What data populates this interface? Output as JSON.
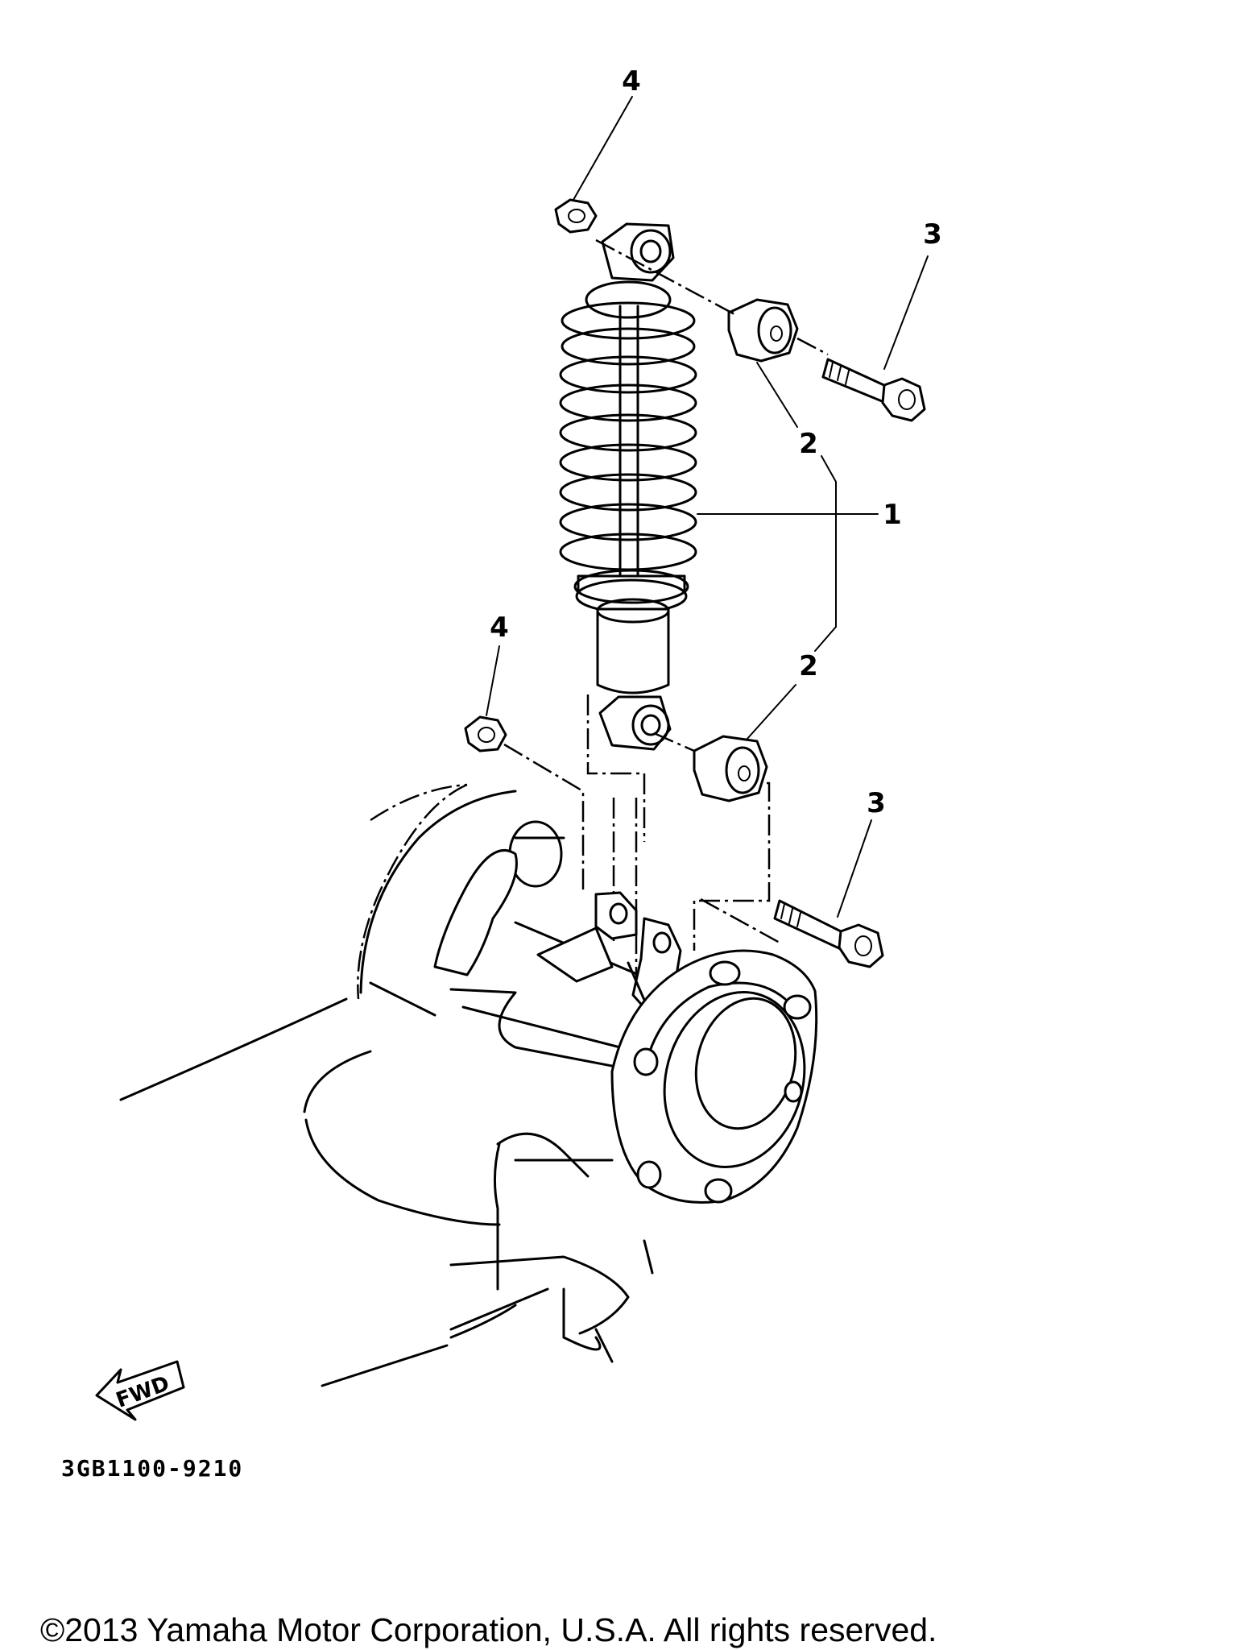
{
  "callouts": {
    "shock_absorber": "1",
    "bushing_upper": "2",
    "bushing_lower": "2",
    "bolt_upper": "3",
    "bolt_lower": "3",
    "nut_upper": "4",
    "nut_lower": "4"
  },
  "fwd_label": "FWD",
  "diagram_code": "3GB1100-9210",
  "copyright": "©2013 Yamaha Motor Corporation, U.S.A. All rights reserved."
}
